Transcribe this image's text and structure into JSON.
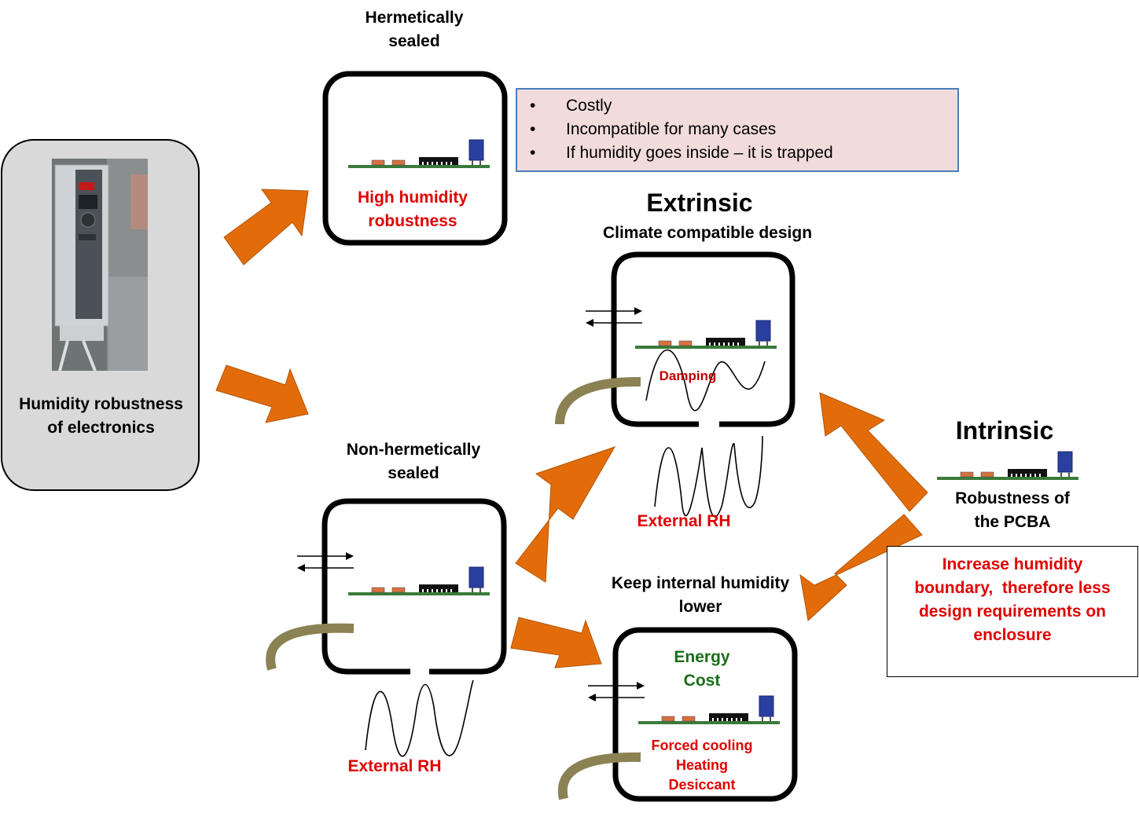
{
  "root": {
    "label_line1": "Humidity robustness",
    "label_line2": "of electronics",
    "photo": "frequency-converter-drive-photo"
  },
  "hermetic": {
    "title_line1": "Hermetically",
    "title_line2": "sealed",
    "inner_line1": "High humidity",
    "inner_line2": "robustness",
    "drawbacks": [
      "Costly",
      "Incompatible for many cases",
      "If humidity goes inside – it is trapped"
    ]
  },
  "non_hermetic": {
    "title_line1": "Non-hermetically",
    "title_line2": "sealed",
    "external": "External RH"
  },
  "extrinsic": {
    "heading": "Extrinsic",
    "subtitle": "Climate compatible design",
    "damping": "Damping",
    "external": "External RH"
  },
  "keep_lower": {
    "title_line1": "Keep internal humidity",
    "title_line2": "lower",
    "energy_line1": "Energy",
    "energy_line2": "Cost",
    "methods": [
      "Forced cooling",
      "Heating",
      "Desiccant"
    ]
  },
  "intrinsic": {
    "heading": "Intrinsic",
    "label_line1": "Robustness of",
    "label_line2": "the PCBA",
    "benefit_line1": "Increase humidity",
    "benefit_line2": "boundary,  therefore less",
    "benefit_line3": "design requirements on",
    "benefit_line4": "enclosure"
  },
  "colors": {
    "arrow": "#e36c0a",
    "arrow_edge": "#b25407",
    "highlight_text": "#e00000",
    "damping_text": "#c00000",
    "energy_text": "#1a6e1a",
    "cable": "#8b8254",
    "pcb": "#3a7a3a",
    "smd_component": "#d97040",
    "capacitor": "#2a3f9f",
    "drawback_fill": "#f1dcdb",
    "drawback_border": "#4a7ebb"
  }
}
